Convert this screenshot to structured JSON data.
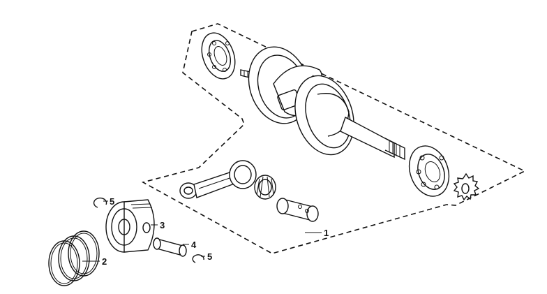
{
  "diagram": {
    "type": "exploded-parts-view",
    "callouts": {
      "crankshaft_assembly": "1",
      "piston_ring_set": "2",
      "piston": "3",
      "piston_pin": "4",
      "pin_clip_upper": "5",
      "pin_clip_lower": "5"
    },
    "line_color": "#111111",
    "background": "#ffffff"
  }
}
